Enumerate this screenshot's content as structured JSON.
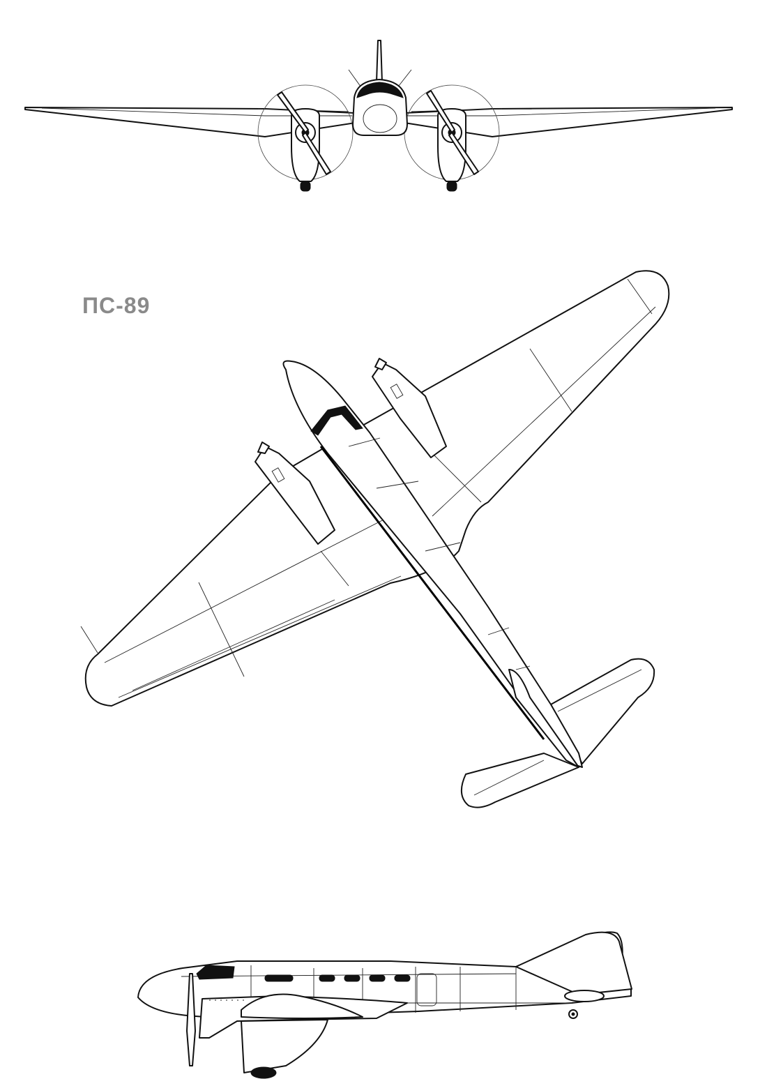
{
  "drawing": {
    "title": "ПС-89",
    "views": [
      {
        "name": "front-view"
      },
      {
        "name": "top-view"
      },
      {
        "name": "side-view"
      }
    ],
    "colors": {
      "line": "#111111",
      "title": "#8a8a8a",
      "paper": "#ffffff"
    }
  }
}
